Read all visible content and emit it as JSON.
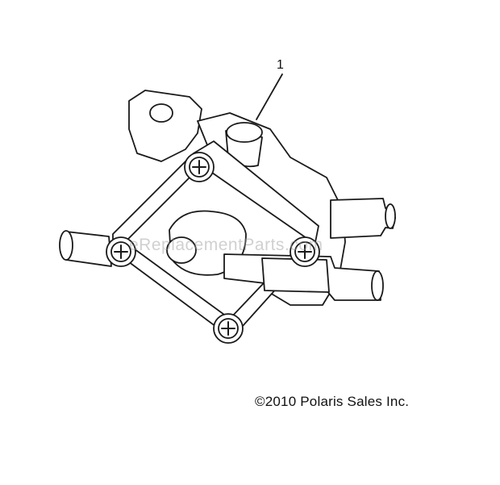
{
  "diagram": {
    "callout": "1",
    "copyright": "©2010 Polaris Sales Inc.",
    "watermark": "eReplacementParts.com",
    "line_color": "#1a1a1a"
  }
}
